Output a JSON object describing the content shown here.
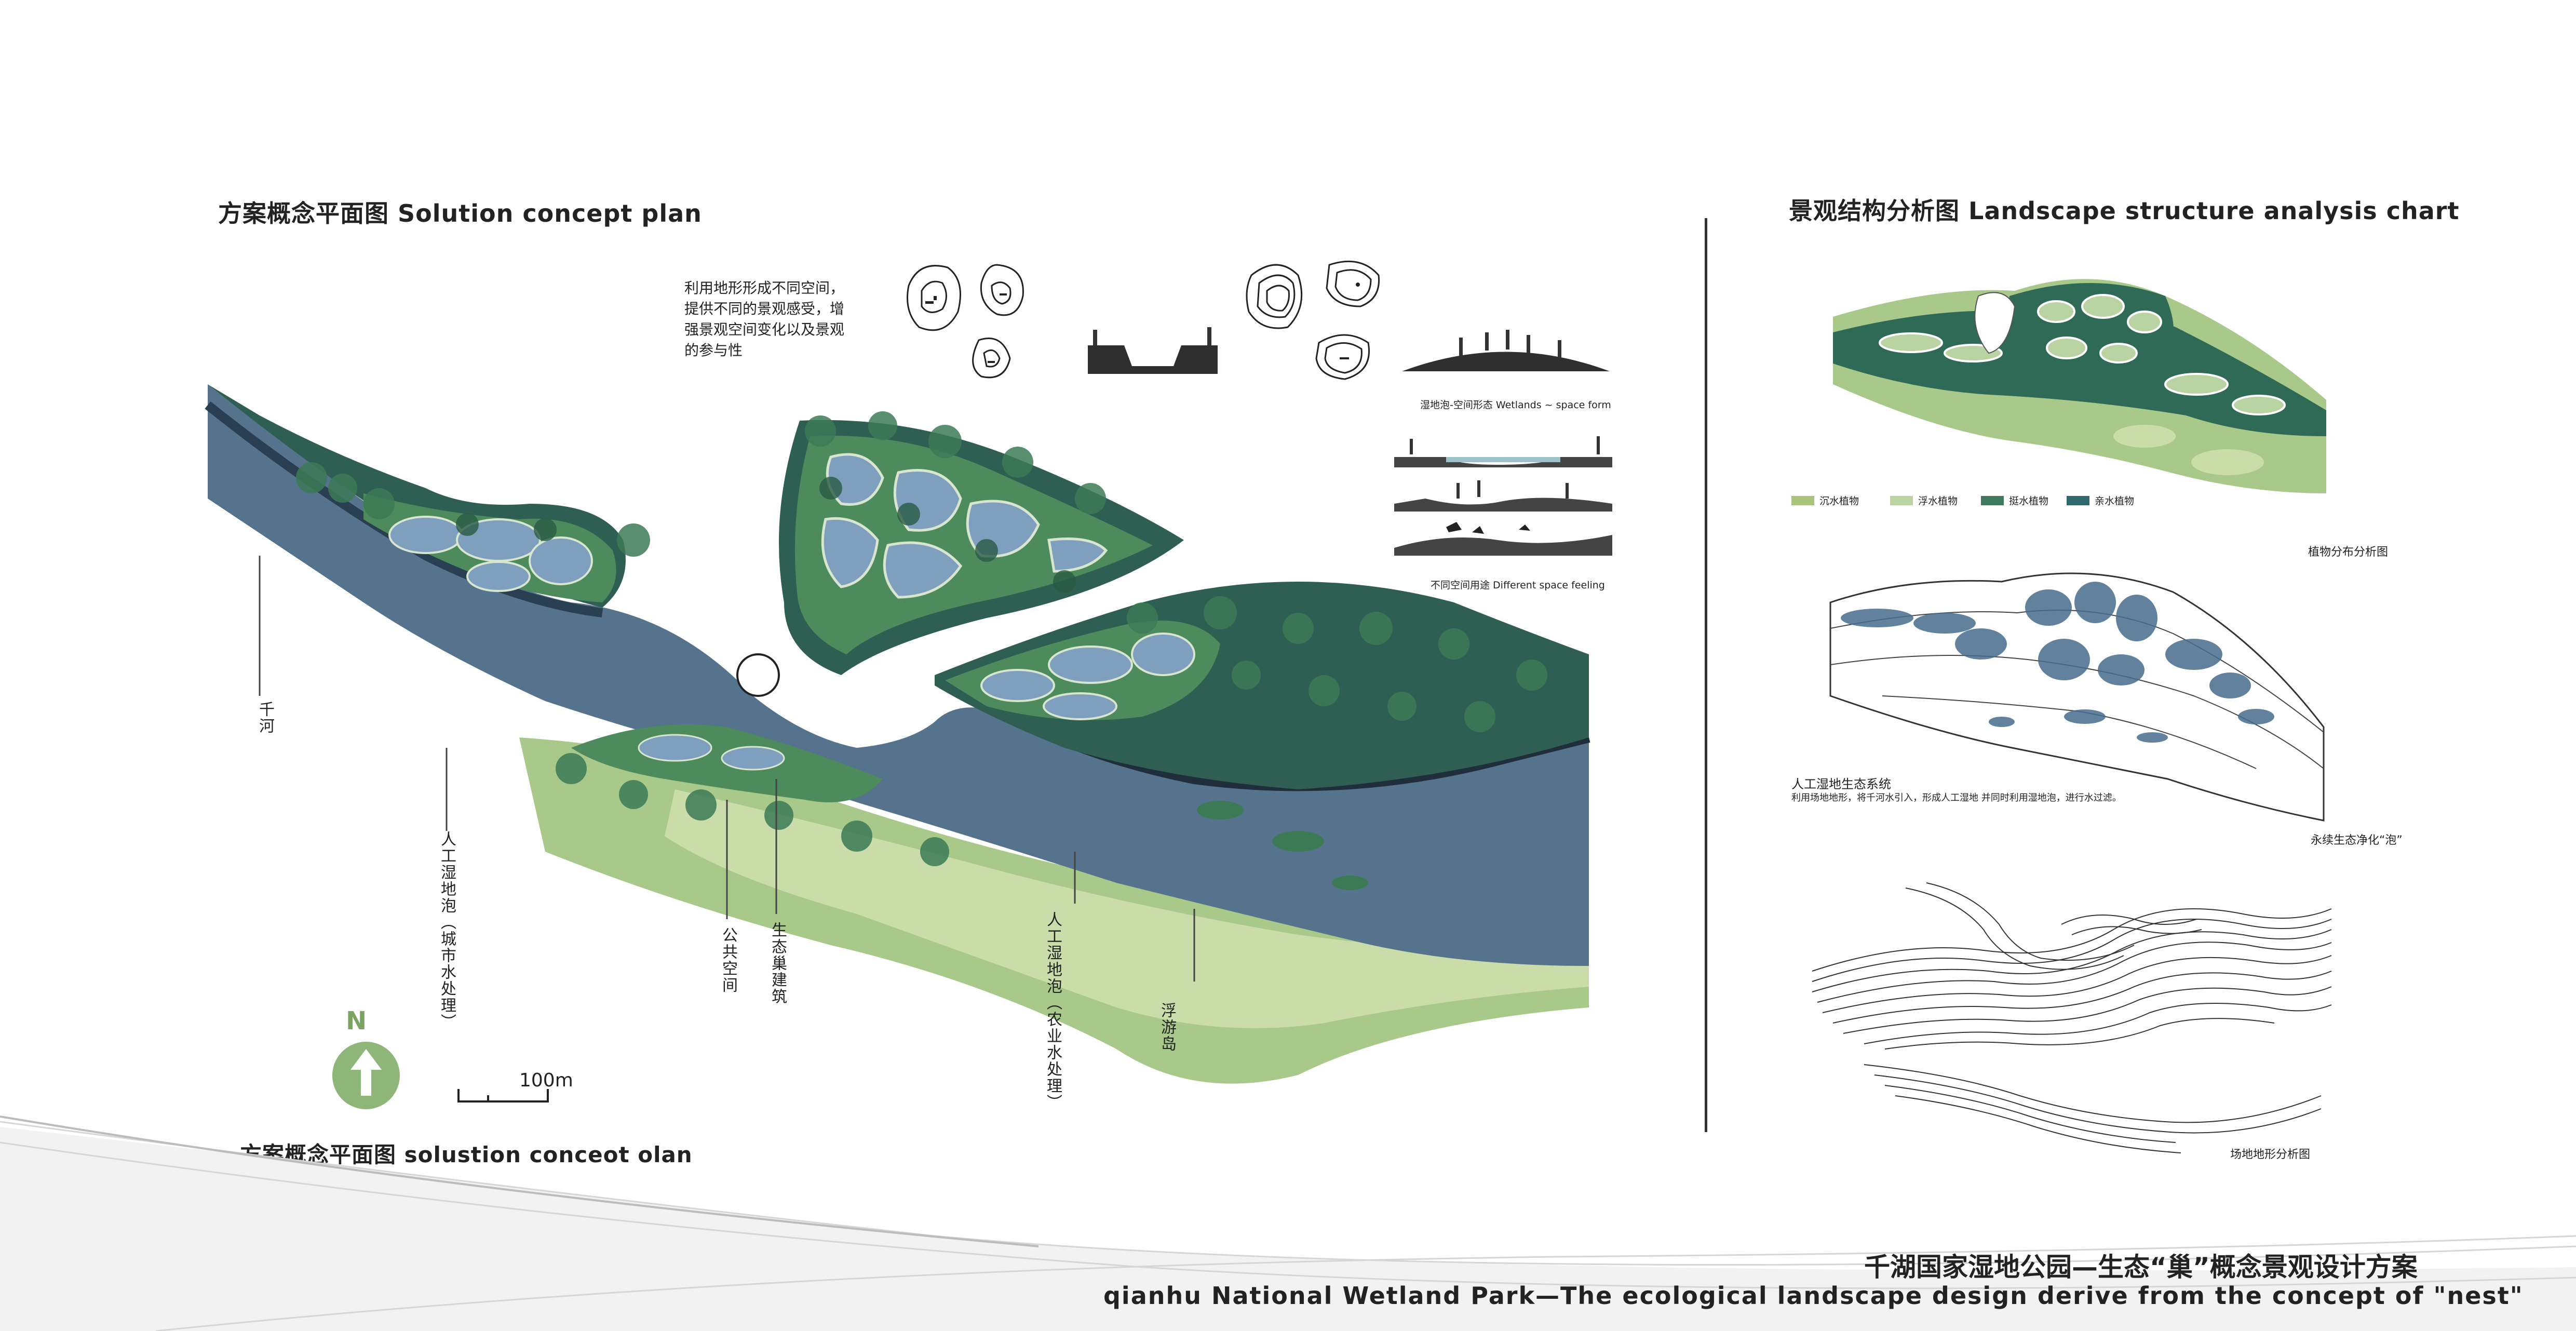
{
  "left_panel": {
    "title": "方案概念平面图  Solution concept plan",
    "bottom_title": "方案概念平面图 solustion conceot olan",
    "note": "利用地形形成不同空间，\n提供不同的景观感受，增\n强景观空间变化以及景观\n的参与性",
    "wetland_caption": "湿地泡-空间形态   Wetlands ~ space form",
    "space_feeling_caption": "不同空间用途   Different space feeling",
    "scale_label": "100m",
    "north_label": "N",
    "plan_labels": {
      "qian_river": "千河",
      "artificial_wetland_city": "人工湿地泡（城市水处理）",
      "public_space": "公共空间",
      "eco_nest_building": "生态巢建筑",
      "artificial_wetland_agri": "人工湿地泡（农业水处理）",
      "floating_island": "浮游岛"
    }
  },
  "right_panel": {
    "title": "景观结构分析图 Landscape structure analysis chart",
    "legend": [
      {
        "label": "沉水植物",
        "color": "#a7c47a"
      },
      {
        "label": "浮水植物",
        "color": "#b9d3a3"
      },
      {
        "label": "挺水植物",
        "color": "#3f7a5e"
      },
      {
        "label": "亲水植物",
        "color": "#2f6a6e"
      }
    ],
    "plant_caption": "植物分布分析图",
    "ecosystem_title": "人工湿地生态系统",
    "ecosystem_desc": "利用场地地形，将千河水引入，形成人工湿地\n并同时利用湿地泡，进行水过滤。",
    "bubble_caption": "永续生态净化“泡”",
    "terrain_caption": "场地地形分析图"
  },
  "footer": {
    "title_cn": "千湖国家湿地公园—生态“巢”概念景观设计方案",
    "title_en": "qianhu National Wetland Park—The ecological landscape design derive from the concept of \"nest\""
  },
  "colors": {
    "river": "#56738d",
    "dark_green": "#2f5f52",
    "mid_green": "#4d8a5c",
    "light_green": "#a9c98b",
    "pale_green": "#c9dcaa",
    "pond_blue": "#7f9fbf",
    "tree": "#3c7a56"
  }
}
